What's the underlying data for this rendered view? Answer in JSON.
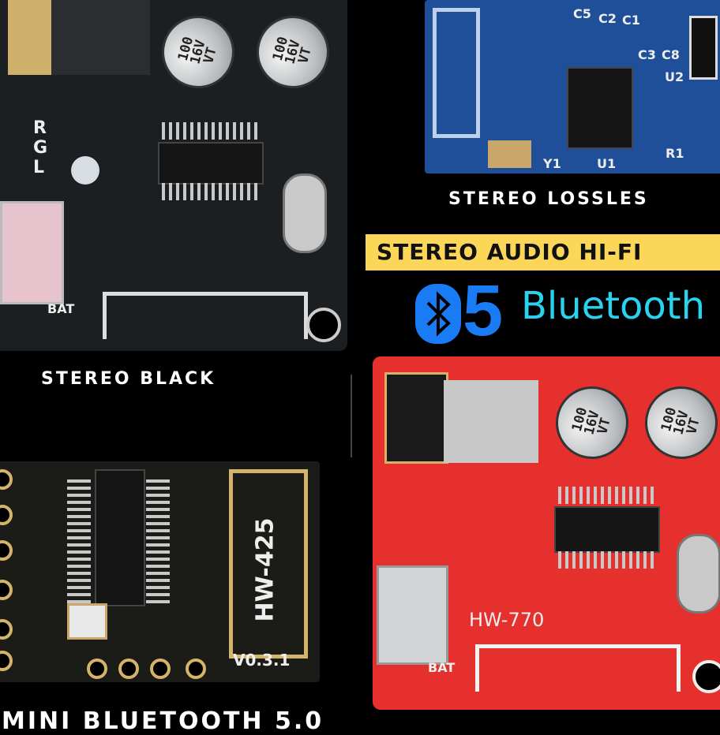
{
  "captions": {
    "stereo_lossless": "STEREO LOSSLES",
    "stereo_black": "STEREO BLACK",
    "mini_bluetooth": "MINI BLUETOOTH 5.0"
  },
  "banner": {
    "text": "STEREO AUDIO HI-FI",
    "background": "#fcd757"
  },
  "bluetooth_badge": {
    "icon": "bluetooth-icon",
    "version": "5",
    "label": "Bluetooth",
    "icon_color": "#1a7cf5",
    "label_color": "#29d3f0"
  },
  "boards": {
    "black": {
      "color": "#1c1f21",
      "capacitor_text": "100\n16V\nVT",
      "bat_label": "BAT",
      "labels": [
        "R",
        "G",
        "L"
      ]
    },
    "blue": {
      "color": "#1f4f98",
      "labels": [
        "C5",
        "C2",
        "C1",
        "C3",
        "C8",
        "U2",
        "Y1",
        "U1",
        "R1"
      ]
    },
    "mini": {
      "color": "#1b1c18",
      "model": "HW-425",
      "version": "V0.3.1"
    },
    "red": {
      "color": "#e5302d",
      "model": "HW-770",
      "capacitor_text": "100\n16V\nVT",
      "bat_label": "BAT"
    }
  }
}
